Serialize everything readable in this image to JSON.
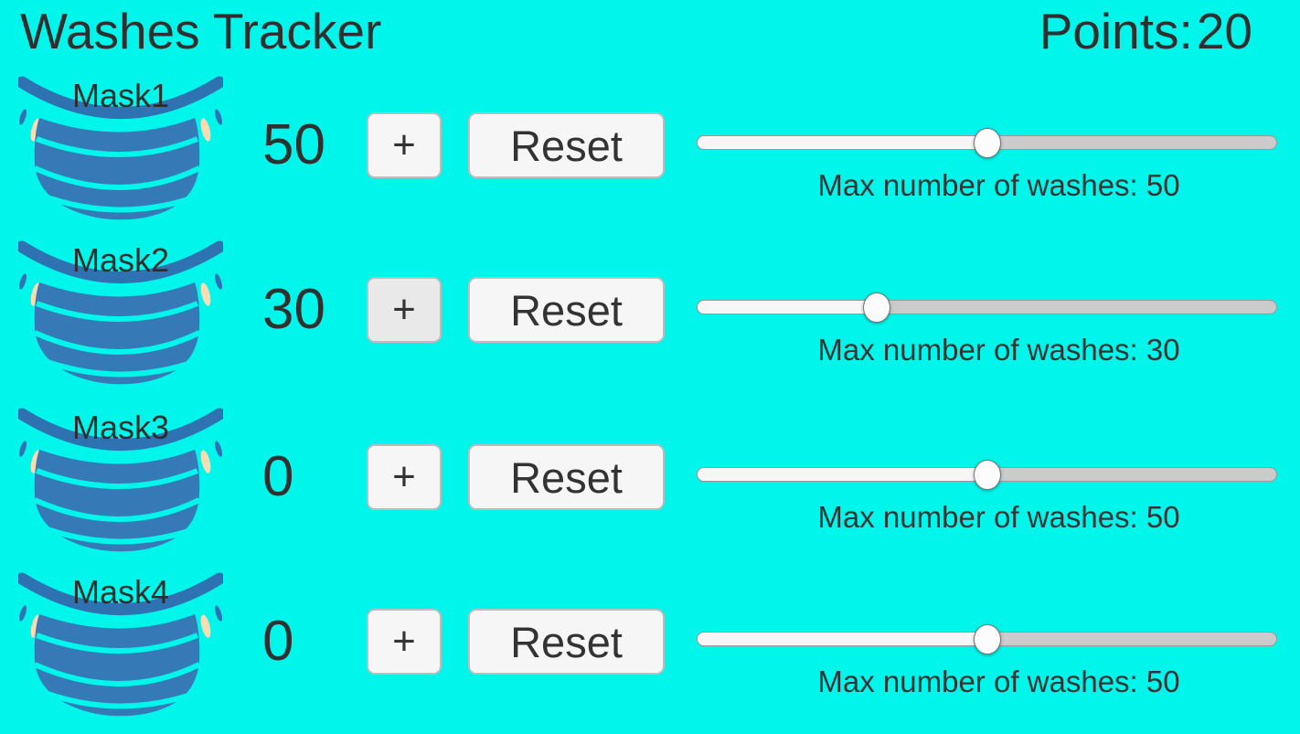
{
  "header": {
    "title": "Washes Tracker",
    "points_label": "Points:",
    "points_value": "20"
  },
  "colors": {
    "background_cyan": "#00f5eb",
    "text_dark": "#2f2f2f",
    "mask_body_blue": "#3579b7",
    "mask_band_blue": "#2f72b2",
    "mask_strap_peach": "#f8dcb4",
    "button_background": "#f6f6f6",
    "button_background_pressed": "#e9e9e9",
    "button_border": "#bdbdbd",
    "slider_track_gray": "#cbcbcb",
    "slider_fill_white": "#f6f6f6",
    "slider_thumb_white": "#fcfcfc"
  },
  "rows": [
    {
      "mask_label": "Mask1",
      "count": "50",
      "plus_label": "+",
      "reset_label": "Reset",
      "slider_value": 50,
      "max_washes_label": "Max number of washes: 50"
    },
    {
      "mask_label": "Mask2",
      "count": "30",
      "plus_label": "+",
      "reset_label": "Reset",
      "slider_value": 30,
      "max_washes_label": "Max number of washes: 30"
    },
    {
      "mask_label": "Mask3",
      "count": "0",
      "plus_label": "+",
      "reset_label": "Reset",
      "slider_value": 50,
      "max_washes_label": "Max number of washes: 50"
    },
    {
      "mask_label": "Mask4",
      "count": "0",
      "plus_label": "+",
      "reset_label": "Reset",
      "slider_value": 50,
      "max_washes_label": "Max number of washes: 50"
    }
  ]
}
